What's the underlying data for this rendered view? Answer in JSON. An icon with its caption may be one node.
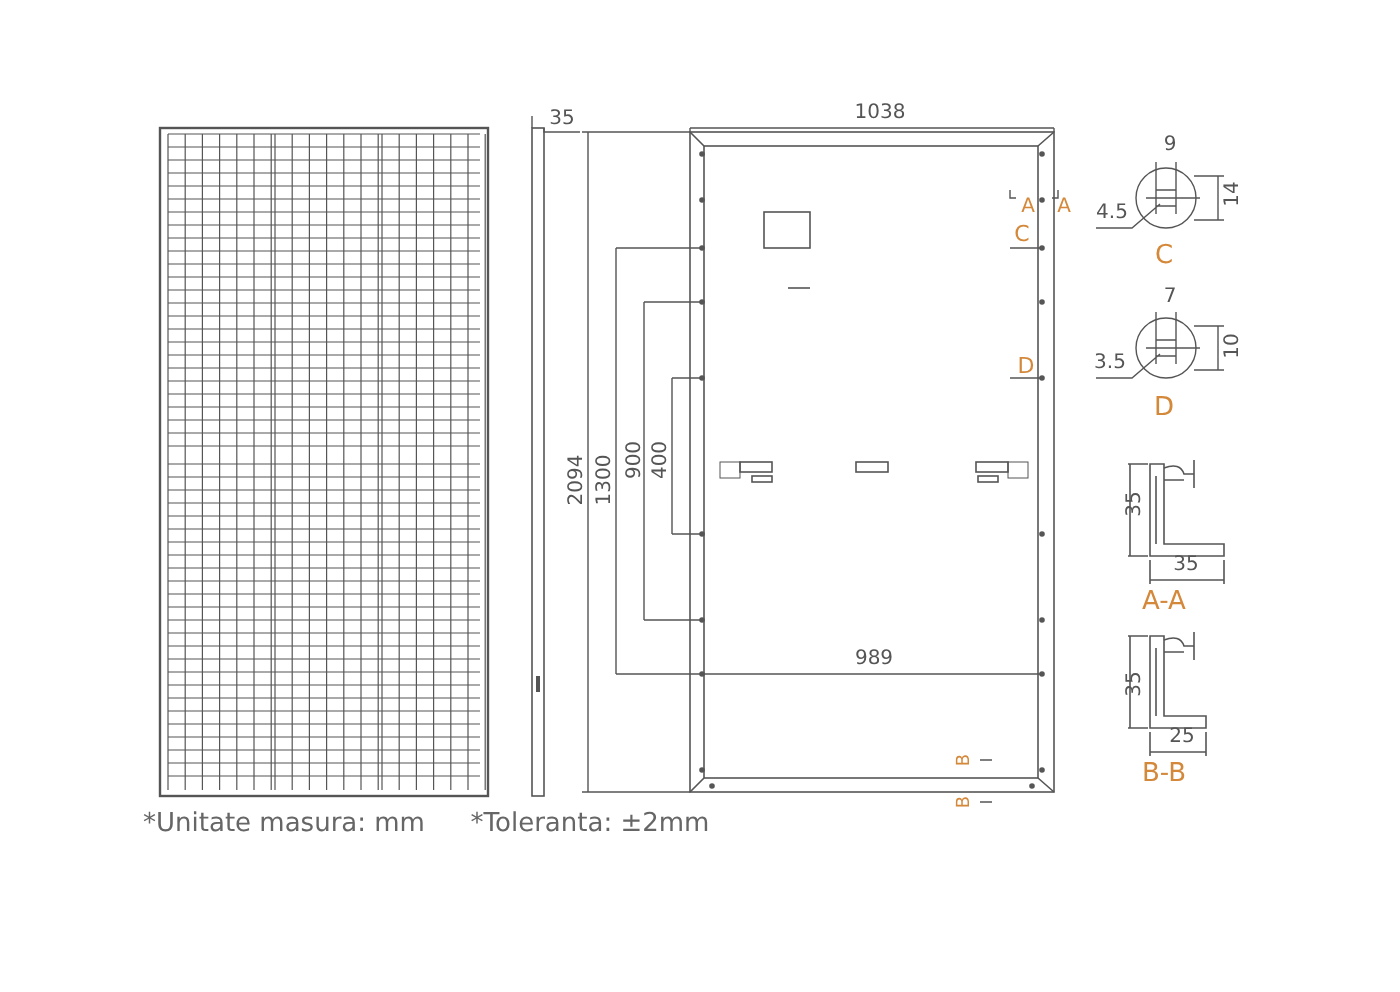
{
  "diagram": {
    "labels": [
      "35",
      "1038",
      "9",
      "14",
      "A",
      "A",
      "4.5",
      "C",
      "C",
      "7",
      "10",
      "D",
      "3.5",
      "D",
      "2094",
      "1300",
      "900",
      "400",
      "35",
      "35",
      "A-A",
      "989",
      "35",
      "25",
      "B-B",
      "B",
      "B",
      "*Unitate masura: mm",
      "*Toleranta: ±2mm"
    ]
  }
}
